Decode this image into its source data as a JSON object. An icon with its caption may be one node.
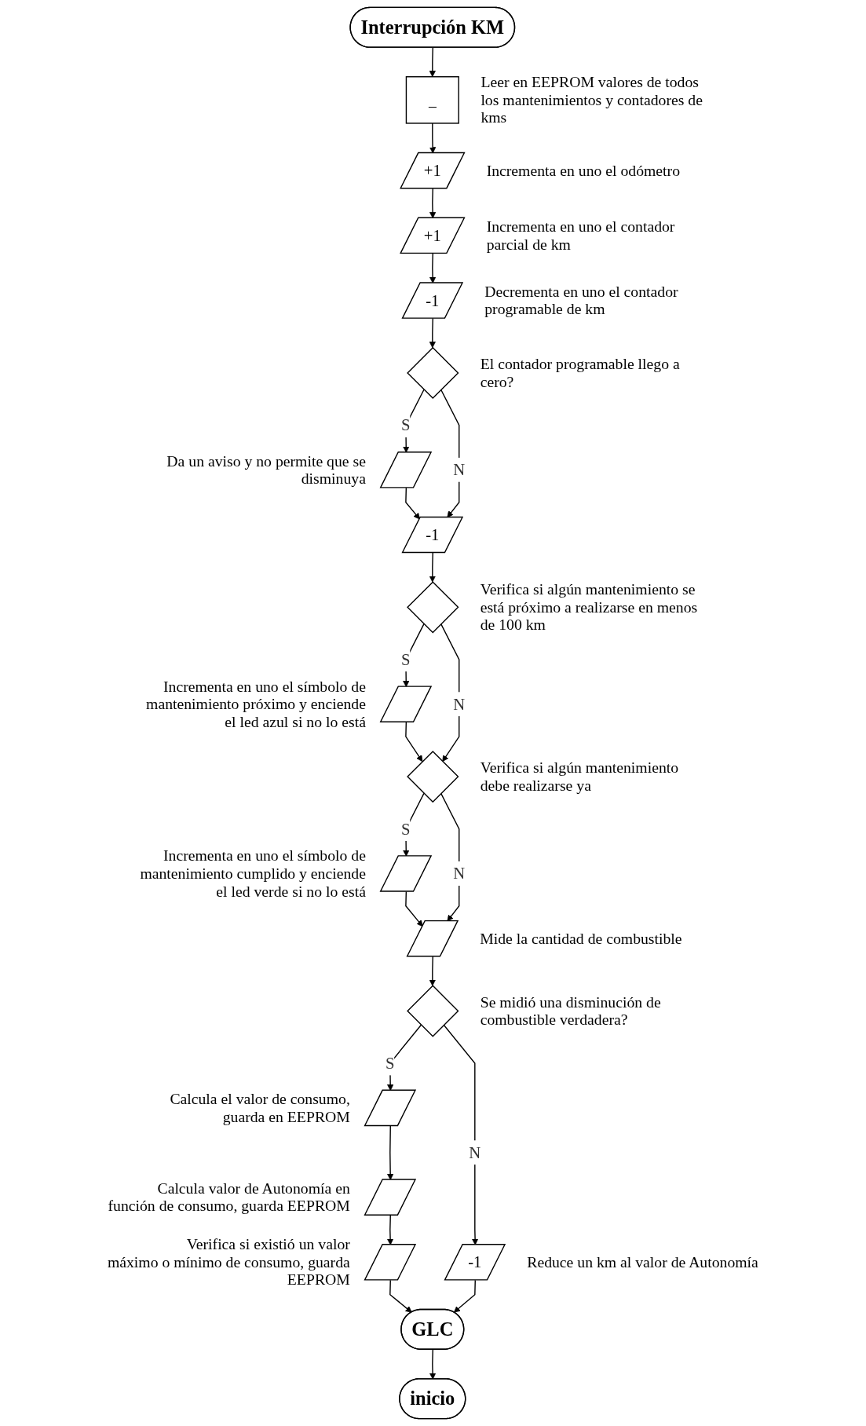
{
  "diagram": {
    "nodes": [
      {
        "text": [
          "Interrupción KM"
        ]
      },
      {
        "text": [
          "_"
        ],
        "beside": [
          "Leer en EEPROM valores de todos los mantenimientos y contadores de kms"
        ]
      },
      {
        "text": [
          "+1"
        ],
        "beside": [
          "Incrementa en uno el odómetro"
        ]
      },
      {
        "text": [
          "+1"
        ],
        "beside": [
          "Incrementa en uno el contador parcial de km"
        ]
      },
      {
        "text": [
          "-1"
        ],
        "beside": [
          "Decrementa en uno el contador programable de km"
        ]
      },
      {
        "text": [],
        "shape": "diamond",
        "beside": [
          "El contador programable llego a cero?"
        ]
      },
      {
        "text": [],
        "shape": "parallelogram",
        "beside": [
          "Da un aviso y no permite que se disminuya"
        ]
      },
      {
        "text": [
          "-1"
        ]
      },
      {
        "text": [],
        "shape": "diamond",
        "beside": [
          "Verifica si algún mantenimiento se está próximo a realizarse en menos de 100 km"
        ]
      },
      {
        "text": [],
        "shape": "parallelogram",
        "beside": [
          "Incrementa en uno el símbolo de mantenimiento próximo y enciende el led azul si no lo está"
        ]
      },
      {
        "text": [],
        "shape": "diamond",
        "beside": [
          "Verifica si algún mantenimiento debe realizarse ya"
        ]
      },
      {
        "text": [],
        "shape": "parallelogram",
        "beside": [
          "Incrementa en uno el símbolo de mantenimiento cumplido y enciende el led verde si no lo está"
        ]
      },
      {
        "text": [],
        "shape": "parallelogram",
        "beside": [
          "Mide la cantidad de combustible"
        ]
      },
      {
        "text": [],
        "shape": "diamond",
        "beside": [
          "Se midió una disminución de combustible verdadera?"
        ]
      },
      {
        "text": [
          "-1"
        ],
        "beside": [
          "Reduce un km al valor de Autonomía"
        ]
      },
      {
        "text": [],
        "shape": "parallelogram",
        "beside": [
          "Calcula el valor de consumo, guarda en EEPROM"
        ]
      },
      {
        "text": [],
        "shape": "parallelogram",
        "beside": [
          "Calcula valor de Autonomía en función de consumo, guarda EEPROM"
        ]
      },
      {
        "text": [],
        "shape": "parallelogram",
        "beside": [
          "Verifica si existió un valor máximo o mínimo de consumo, guarda EEPROM"
        ]
      },
      {
        "text": [
          "GLC"
        ]
      },
      {
        "text": [
          "inicio"
        ]
      }
    ],
    "edges": [
      {
        "from": 0,
        "to": 1,
        "arrow": "to"
      },
      {
        "from": 1,
        "to": 2,
        "arrow": "to"
      },
      {
        "from": 2,
        "to": 3,
        "arrow": "to"
      },
      {
        "from": 3,
        "to": 4,
        "arrow": "to"
      },
      {
        "from": 4,
        "to": 5,
        "arrow": "to"
      },
      {
        "from": 5,
        "to": 6,
        "label": "S",
        "arrow": "to"
      },
      {
        "from": 6,
        "to": 7,
        "arrow": "to"
      },
      {
        "from": 5,
        "to": 7,
        "label": "N",
        "arrow": "to"
      },
      {
        "from": 7,
        "to": 8,
        "arrow": "to"
      },
      {
        "from": 8,
        "to": 9,
        "label": "S",
        "arrow": "to"
      },
      {
        "from": 9,
        "to": 10,
        "arrow": "to"
      },
      {
        "from": 8,
        "to": 10,
        "label": "N",
        "arrow": "to"
      },
      {
        "from": 10,
        "to": 11,
        "label": "S",
        "arrow": "to"
      },
      {
        "from": 11,
        "to": 12,
        "arrow": "to"
      },
      {
        "from": 10,
        "to": 12,
        "label": "N",
        "arrow": "to"
      },
      {
        "from": 12,
        "to": 13,
        "arrow": "to"
      },
      {
        "from": 13,
        "to": 14,
        "label": "N",
        "arrow": "to"
      },
      {
        "from": 13,
        "to": 15,
        "label": "S",
        "arrow": "to"
      },
      {
        "from": 15,
        "to": 16,
        "arrow": "to"
      },
      {
        "from": 16,
        "to": 17,
        "arrow": "to"
      },
      {
        "from": 17,
        "to": 18,
        "arrow": "to"
      },
      {
        "from": 14,
        "to": 18,
        "arrow": "to"
      },
      {
        "from": 18,
        "to": 19,
        "arrow": "to"
      }
    ]
  }
}
